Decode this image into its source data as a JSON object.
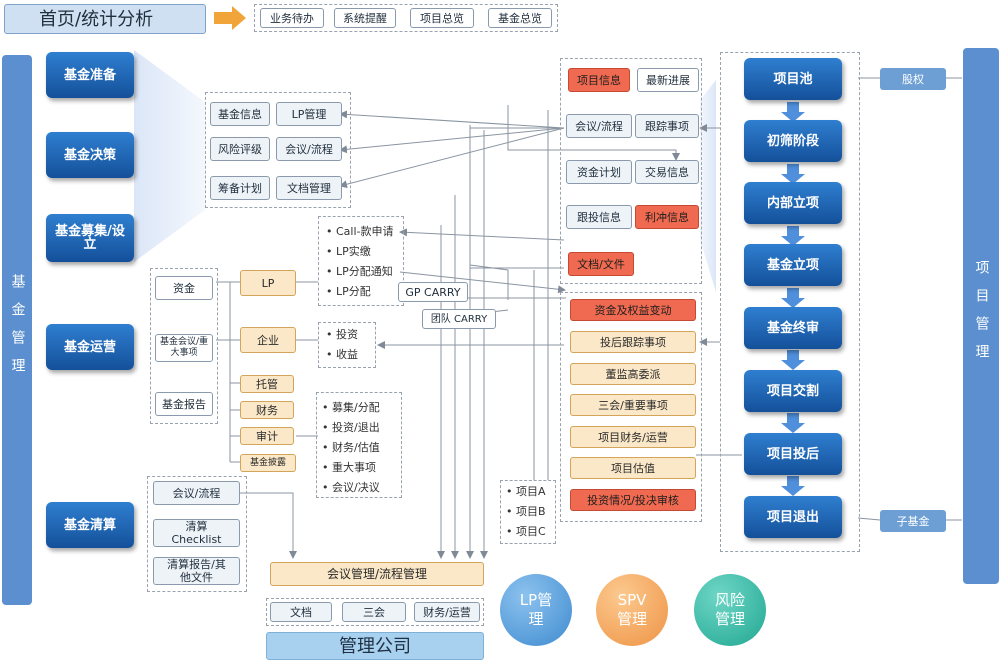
{
  "header": {
    "title": "首页/统计分析",
    "tabs": [
      "业务待办",
      "系统提醒",
      "项目总览",
      "基金总览"
    ]
  },
  "left_bar": "基金管理",
  "right_bar": "项目管理",
  "left_stages": [
    "基金准备",
    "基金决策",
    "基金募集/设立",
    "基金运营",
    "基金清算"
  ],
  "fund_info_group": [
    "基金信息",
    "LP管理",
    "风险评级",
    "会议/流程",
    "筹备计划",
    "文档管理"
  ],
  "lp_list": [
    "Call-款申请",
    "LP实缴",
    "LP分配通知",
    "LP分配"
  ],
  "gp_carry": "GP CARRY",
  "team_carry": "团队 CARRY",
  "ops_left": [
    "资金",
    "基金会议/重大事项",
    "基金报告"
  ],
  "ops_mid": [
    "LP",
    "企业",
    "托管",
    "财务",
    "审计",
    "基金披露"
  ],
  "invest_list": [
    "投资",
    "收益"
  ],
  "finance_list": [
    "募集/分配",
    "投资/退出",
    "财务/估值",
    "重大事项",
    "会议/决议"
  ],
  "clear_group": [
    "会议/流程",
    "清算Checklist",
    "清算报告/其他文件"
  ],
  "project_list": [
    "项目A",
    "项目B",
    "项目C"
  ],
  "project_top_group": [
    "项目信息",
    "最新进展",
    "会议/流程",
    "跟踪事项",
    "资金计划",
    "交易信息",
    "跟投信息",
    "利冲信息",
    "文档/文件"
  ],
  "project_after_group": [
    "资金及权益变动",
    "投后跟踪事项",
    "董监高委派",
    "三会/重要事项",
    "项目财务/运营",
    "项目估值",
    "投资情况/投决审核"
  ],
  "project_stages": [
    "项目池",
    "初筛阶段",
    "内部立项",
    "基金立项",
    "基金终审",
    "项目交割",
    "项目投后",
    "项目退出"
  ],
  "side_tags": [
    "股权",
    "子基金"
  ],
  "bottom": {
    "meeting": "会议管理/流程管理",
    "items": [
      "文档",
      "三会",
      "财务/运营"
    ],
    "company": "管理公司"
  },
  "circles": [
    "LP管理",
    "SPV管理",
    "风险管理"
  ],
  "colors": {
    "blue": "#1d63b5",
    "light_blue": "#5b8fcf",
    "peach": "#fbe8c8",
    "red": "#ef6a50",
    "lp": "#5fa2dc",
    "spv": "#f5a85f",
    "risk": "#33b7a5"
  }
}
